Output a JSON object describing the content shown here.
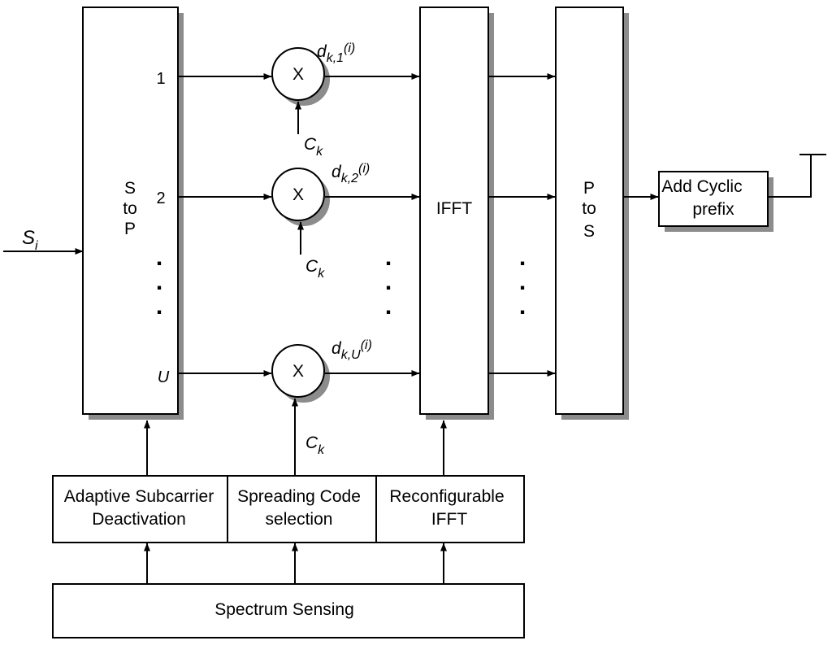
{
  "blocks": {
    "s_to_p": [
      "S",
      "to",
      "P"
    ],
    "ifft": "IFFT",
    "p_to_s": [
      "P",
      "to",
      "S"
    ],
    "add_cyclic_prefix": [
      "Add Cyclic",
      "prefix"
    ],
    "adaptive_subcarrier_deactivation": [
      "Adaptive Subcarrier",
      "Deactivation"
    ],
    "spreading_code_selection": [
      "Spreading Code",
      "selection"
    ],
    "reconfigurable_ifft": [
      "Reconfigurable",
      "IFFT"
    ],
    "spectrum_sensing": "Spectrum Sensing"
  },
  "input": {
    "symbol": "S",
    "subscript": "i"
  },
  "branches": [
    {
      "port": "1",
      "multiplier": "X",
      "output": {
        "symbol": "d",
        "sub": "k,1",
        "sup": "(i)"
      },
      "code": {
        "symbol": "C",
        "sub": "k"
      }
    },
    {
      "port": "2",
      "multiplier": "X",
      "output": {
        "symbol": "d",
        "sub": "k,2",
        "sup": "(i)"
      },
      "code": {
        "symbol": "C",
        "sub": "k"
      }
    },
    {
      "port": "U",
      "multiplier": "X",
      "output": {
        "symbol": "d",
        "sub": "k,U",
        "sup": "(i)"
      },
      "code": {
        "symbol": "C",
        "sub": "k"
      }
    }
  ],
  "ellipsis": "."
}
